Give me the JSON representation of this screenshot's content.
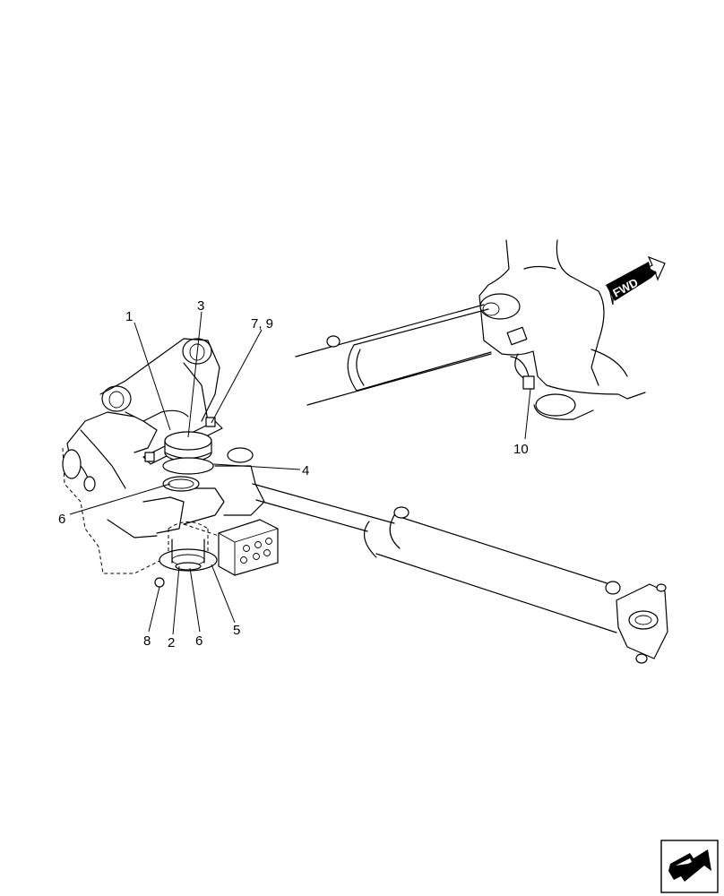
{
  "labels": {
    "l1": "1",
    "l2": "2",
    "l3": "3",
    "l4": "4",
    "l5": "5",
    "l6a": "6",
    "l6b": "6",
    "l79": "7, 9",
    "l8": "8",
    "l10": "10"
  },
  "direction_tag": "FWD",
  "nav_icon": "next-page-arrow-icon"
}
